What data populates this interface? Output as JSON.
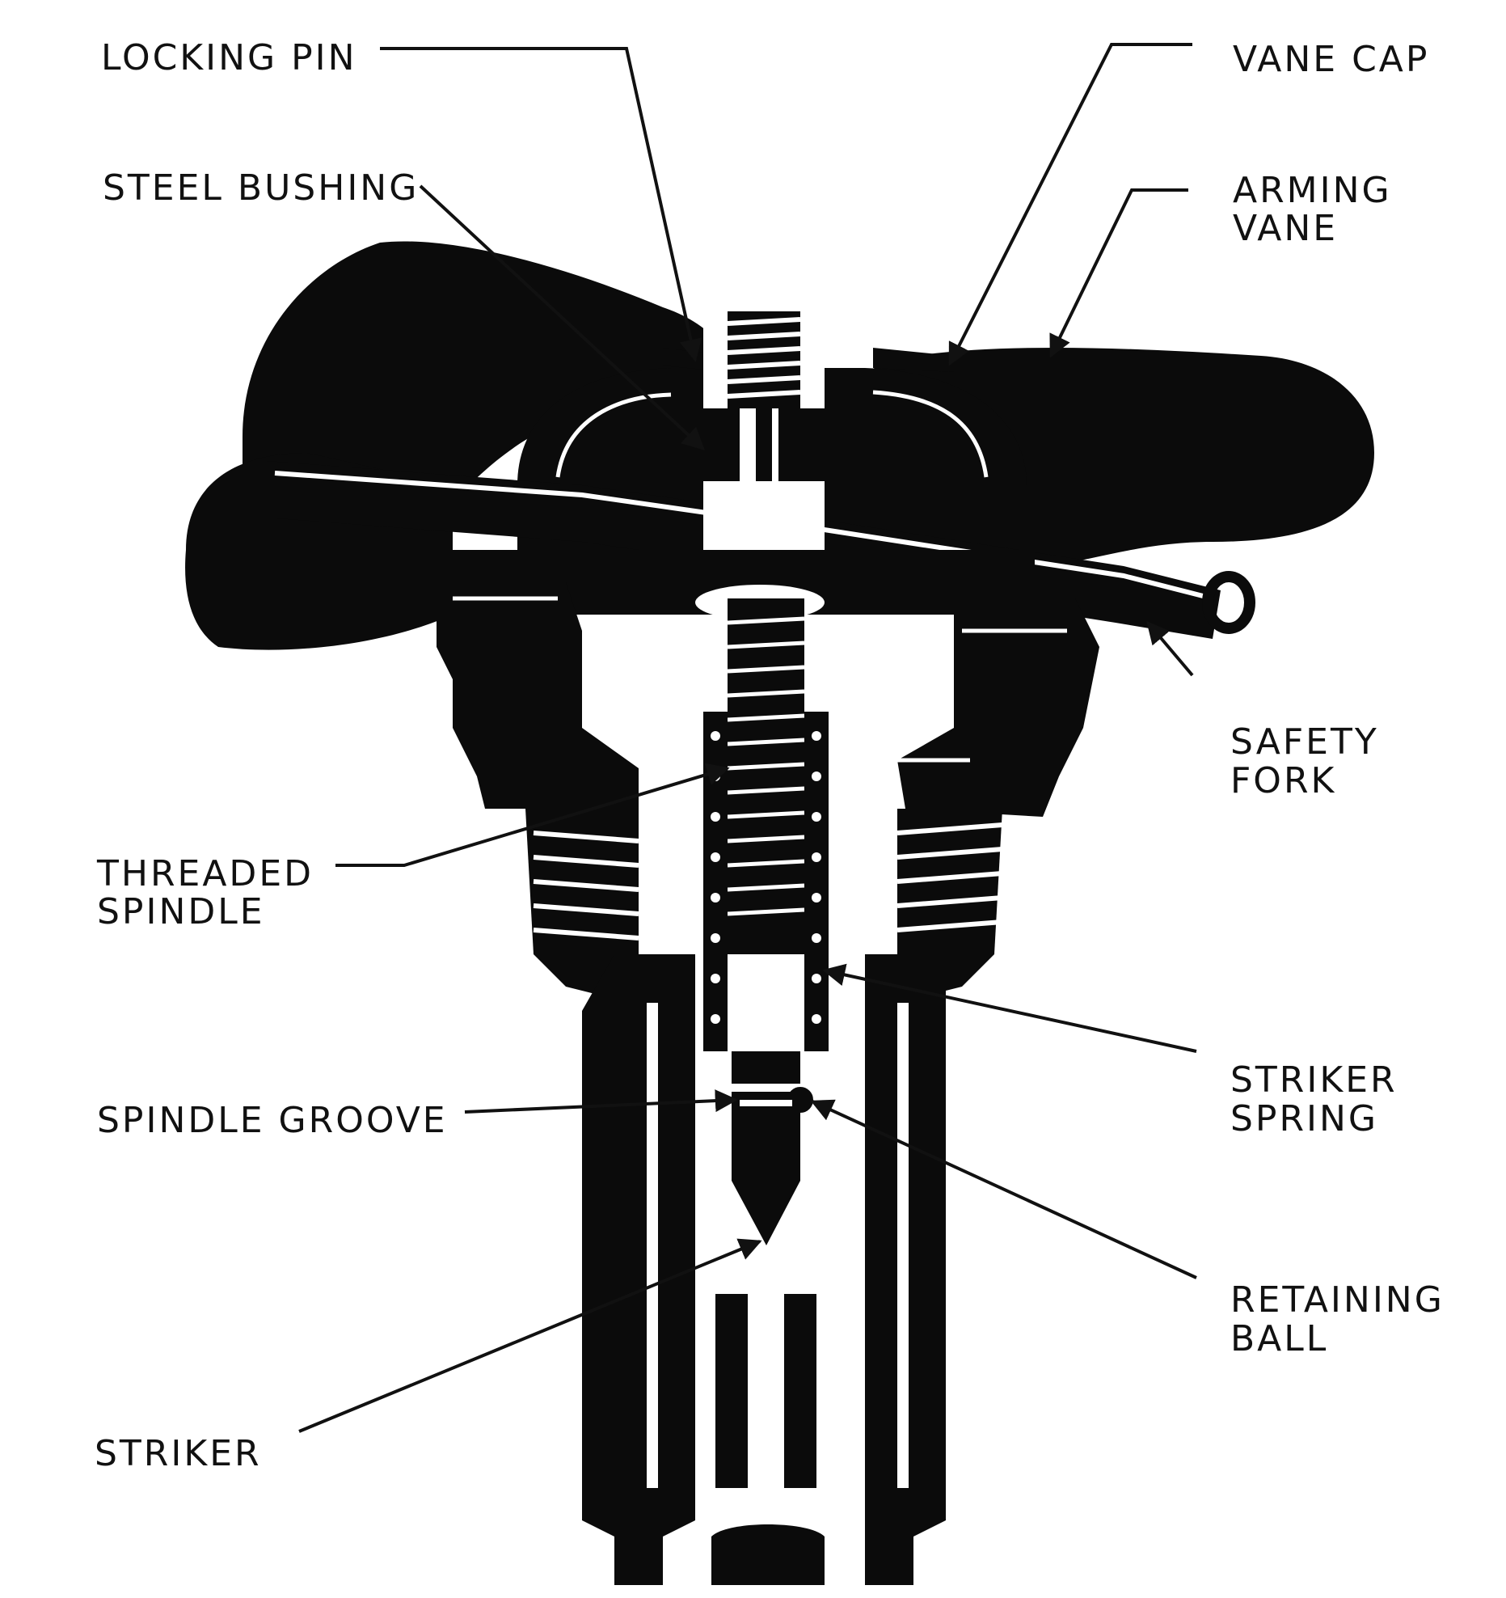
{
  "colors": {
    "ink": "#0b0b0b",
    "paper": "#ffffff",
    "text": "#111111"
  },
  "labels": {
    "locking_pin": "LOCKING PIN",
    "steel_bushing": "STEEL BUSHING",
    "vane_cap": "VANE CAP",
    "arming_vane": [
      "ARMING",
      "VANE"
    ],
    "safety_fork": [
      "SAFETY",
      "FORK"
    ],
    "threaded_spindle": [
      "THREADED",
      "SPINDLE"
    ],
    "striker_spring": [
      "STRIKER",
      "SPRING"
    ],
    "spindle_groove": "SPINDLE GROOVE",
    "retaining_ball": [
      "RETAINING",
      "BALL"
    ],
    "striker": "STRIKER"
  }
}
